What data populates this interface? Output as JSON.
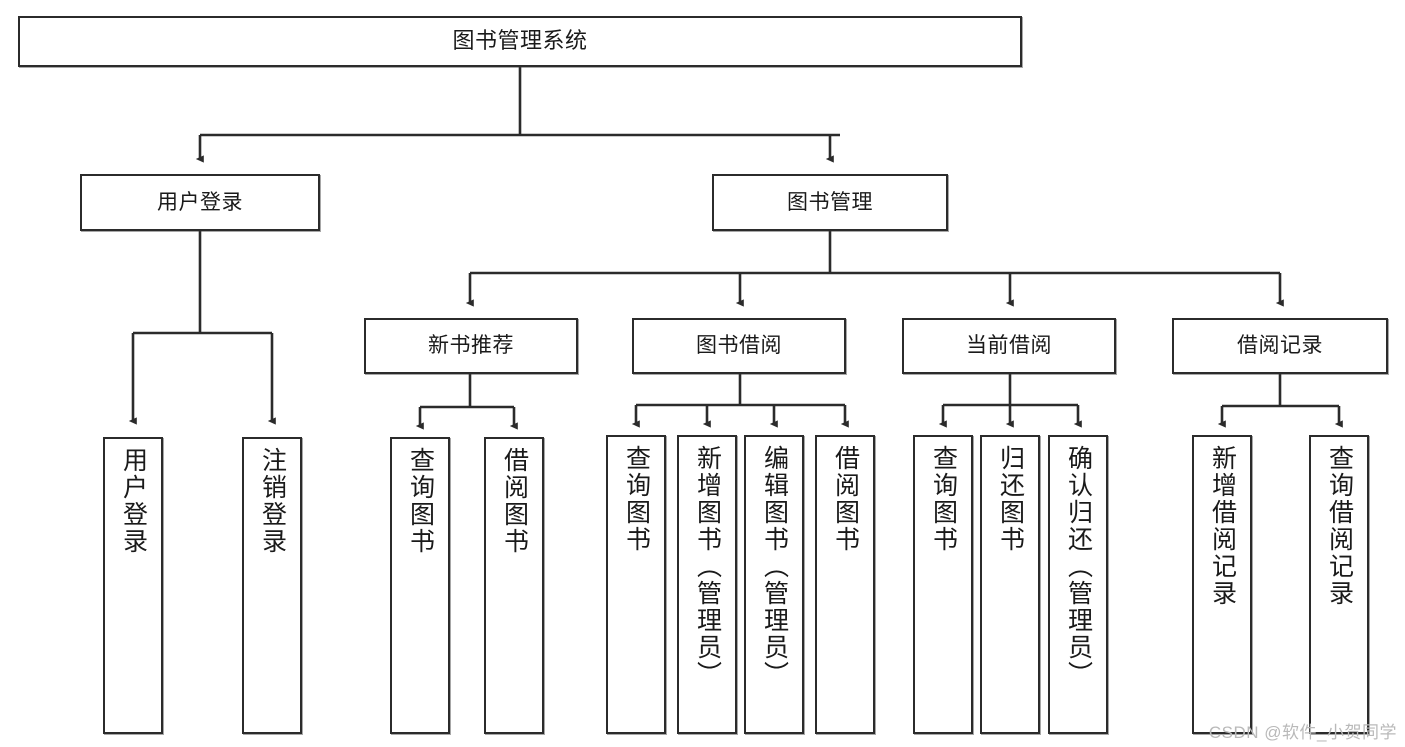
{
  "diagram": {
    "title": "图书管理系统",
    "type": "tree-hierarchy-chart",
    "colors": {
      "border": "#2b2b2b",
      "background": "#ffffff",
      "text": "#1a1a1a",
      "watermark": "#b9b9b9"
    },
    "watermark": "CSDN @软件_小贺同学"
  },
  "nodes": {
    "root": {
      "label": "图书管理系统"
    },
    "level1": [
      {
        "label": "用户登录"
      },
      {
        "label": "图书管理"
      }
    ],
    "level2": [
      {
        "label": "新书推荐"
      },
      {
        "label": "图书借阅"
      },
      {
        "label": "当前借阅"
      },
      {
        "label": "借阅记录"
      }
    ],
    "leaves_user_login": [
      {
        "label": "用户登录"
      },
      {
        "label": "注销登录"
      }
    ],
    "leaves_new_book": [
      {
        "label": "查询图书"
      },
      {
        "label": "借阅图书"
      }
    ],
    "leaves_borrow": [
      {
        "label": "查询图书"
      },
      {
        "label": "新增图书（管理员）"
      },
      {
        "label": "编辑图书（管理员）"
      },
      {
        "label": "借阅图书"
      }
    ],
    "leaves_current": [
      {
        "label": "查询图书"
      },
      {
        "label": "归还图书"
      },
      {
        "label": "确认归还（管理员）"
      }
    ],
    "leaves_records": [
      {
        "label": "新增借阅记录"
      },
      {
        "label": "查询借阅记录"
      }
    ]
  }
}
